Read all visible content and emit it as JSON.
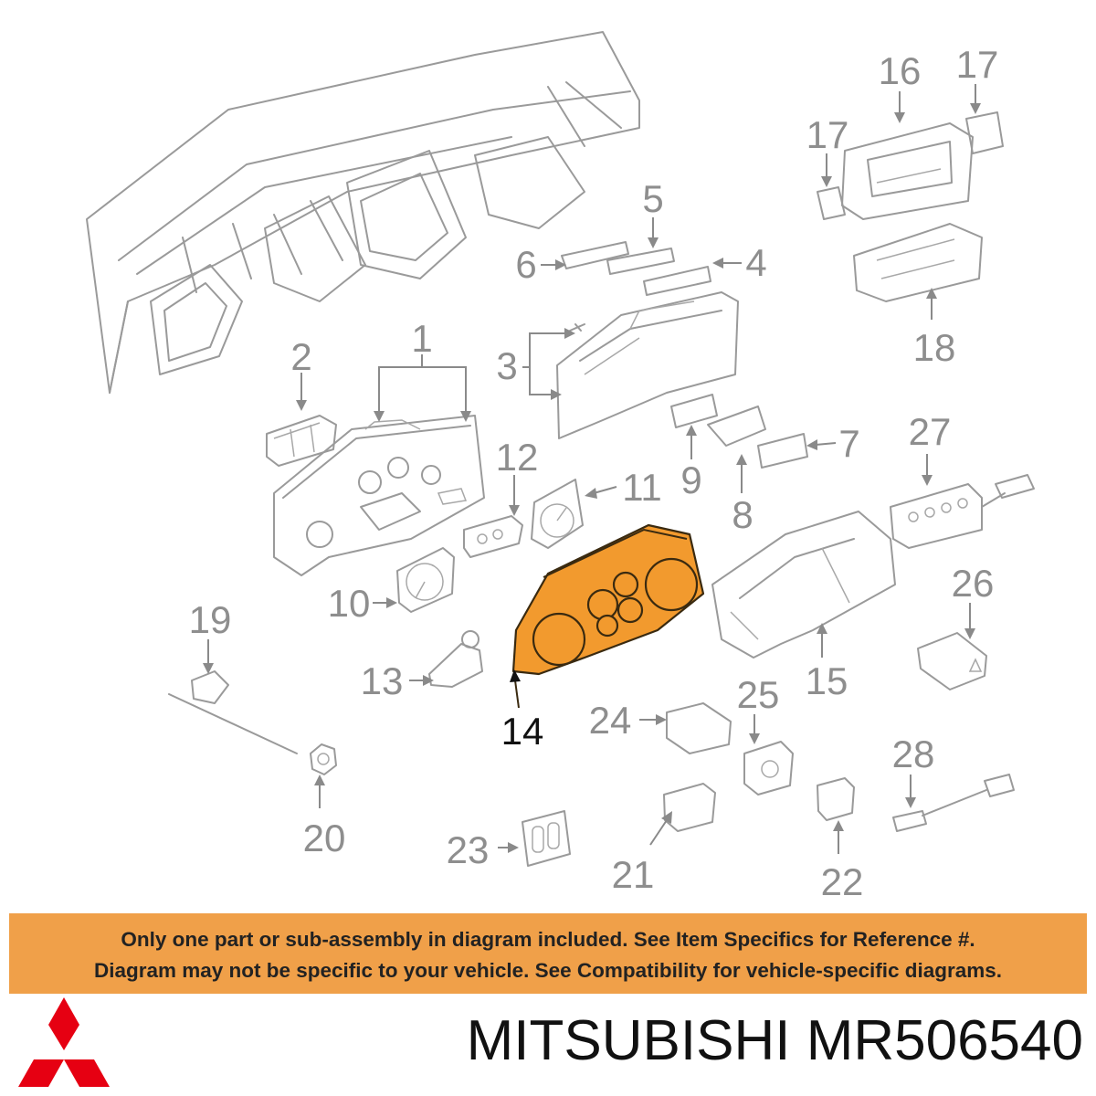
{
  "notice": {
    "line1": "Only one part or sub-assembly in diagram included. See Item Specifics for Reference #.",
    "line2": "Diagram may not be specific to your vehicle. See Compatibility for vehicle-specific diagrams."
  },
  "brand": {
    "name": "MITSUBISHI",
    "part_number": "MR506540",
    "logo_icon": "three-diamond-icon"
  },
  "colors": {
    "highlight": "#f29a2e",
    "notice_bg": "#f0a049",
    "logo_red": "#e60012"
  },
  "highlighted_callout": "14",
  "callouts": {
    "c1": "1",
    "c2": "2",
    "c3": "3",
    "c4": "4",
    "c5": "5",
    "c6": "6",
    "c7": "7",
    "c8": "8",
    "c9": "9",
    "c10": "10",
    "c11": "11",
    "c12": "12",
    "c13": "13",
    "c14": "14",
    "c15": "15",
    "c16": "16",
    "c17a": "17",
    "c17b": "17",
    "c18": "18",
    "c19": "19",
    "c20": "20",
    "c21": "21",
    "c22": "22",
    "c23": "23",
    "c24": "24",
    "c25": "25",
    "c26": "26",
    "c27": "27",
    "c28": "28"
  }
}
